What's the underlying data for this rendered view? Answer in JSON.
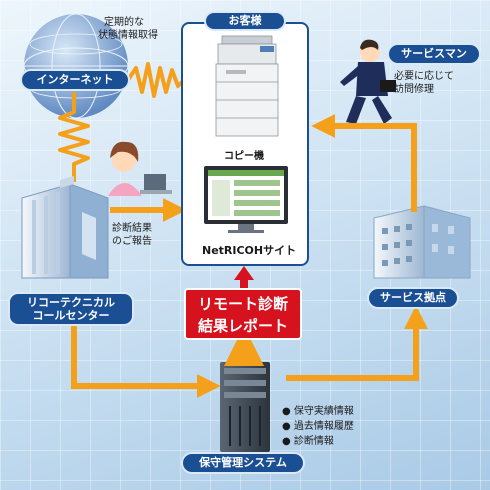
{
  "customer": {
    "label": "お客様",
    "copier_label": "コピー機",
    "site_label": "NetRICOHサイト"
  },
  "internet": {
    "label": "インターネット",
    "note_line1": "定期的な",
    "note_line2": "状態情報取得"
  },
  "serviceman": {
    "label": "サービスマン",
    "note_line1": "必要に応じて",
    "note_line2": "訪問修理"
  },
  "callcenter": {
    "label_line1": "リコーテクニカル",
    "label_line2": "コールセンター",
    "note_line1": "診断結果",
    "note_line2": "のご報告"
  },
  "service_base": {
    "label": "サービス拠点"
  },
  "report": {
    "line1": "リモート診断",
    "line2": "結果レポート"
  },
  "maintenance_system": {
    "label": "保守管理システム",
    "items": [
      "保守実績情報",
      "過去情報履歴",
      "診断情報"
    ]
  },
  "colors": {
    "pill_blue": "#1b4f93",
    "arrow_orange": "#f5a01a",
    "report_red": "#d7121f"
  }
}
